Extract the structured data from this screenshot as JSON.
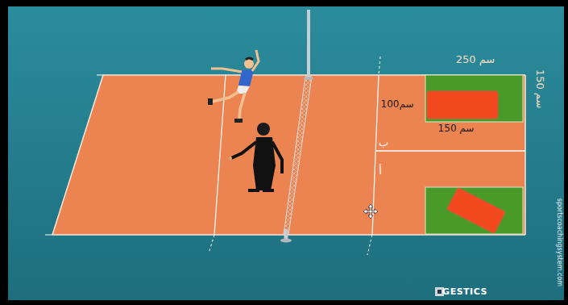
{
  "diagram": {
    "labels": [
      "250 سم",
      "150 سم",
      "100سم",
      "150 سم",
      "ب",
      "أ",
      "sportscoachingsystem.com",
      "GESTICS"
    ]
  }
}
